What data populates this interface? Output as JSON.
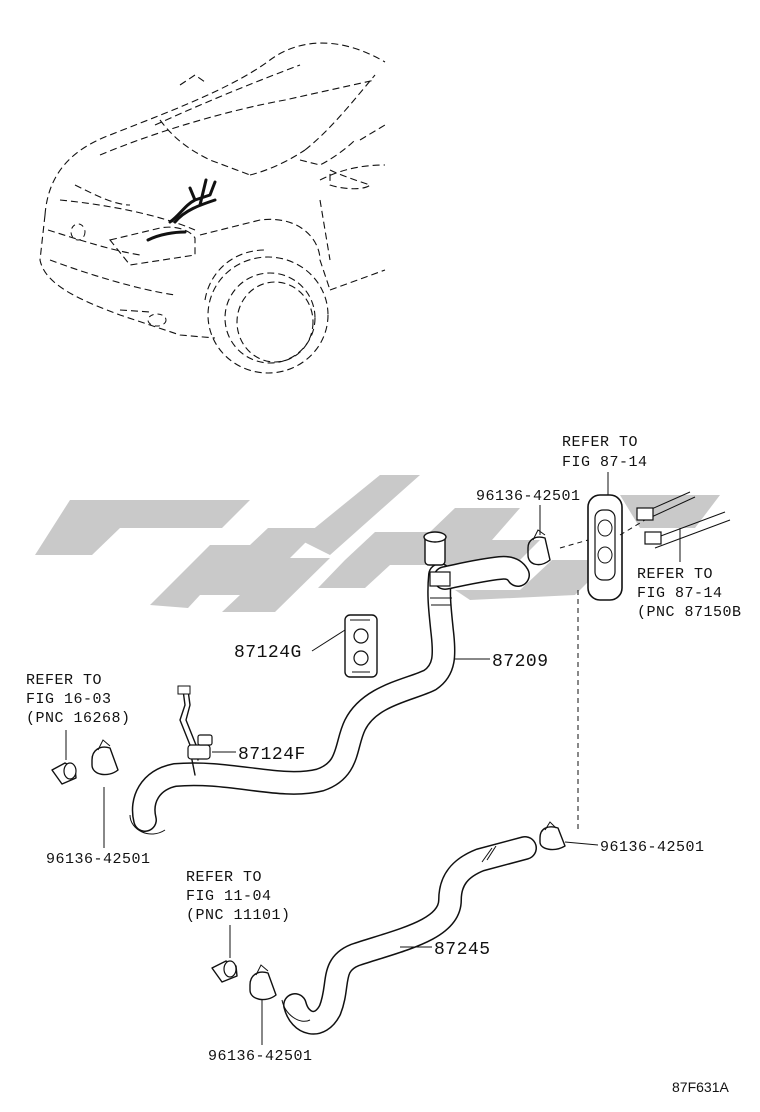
{
  "labels": {
    "refer_87_14_top": [
      "REFER TO",
      "FIG 87-14"
    ],
    "refer_87_14_right": [
      "REFER TO",
      "FIG 87-14",
      "(PNC 87150B"
    ],
    "refer_16_03": [
      "REFER TO",
      "FIG 16-03",
      "(PNC 16268)"
    ],
    "refer_11_04": [
      "REFER TO",
      "FIG 11-04",
      "(PNC 11101)"
    ],
    "clamp_top": "96136-42501",
    "clamp_left": "96136-42501",
    "clamp_right": "96136-42501",
    "clamp_bottom": "96136-42501",
    "bracket_g": "87124G",
    "bracket_f": "87124F",
    "hose_upper": "87209",
    "hose_lower": "87245",
    "figure_code": "87F631A"
  },
  "watermark": {
    "color": "#c9c9c9"
  }
}
